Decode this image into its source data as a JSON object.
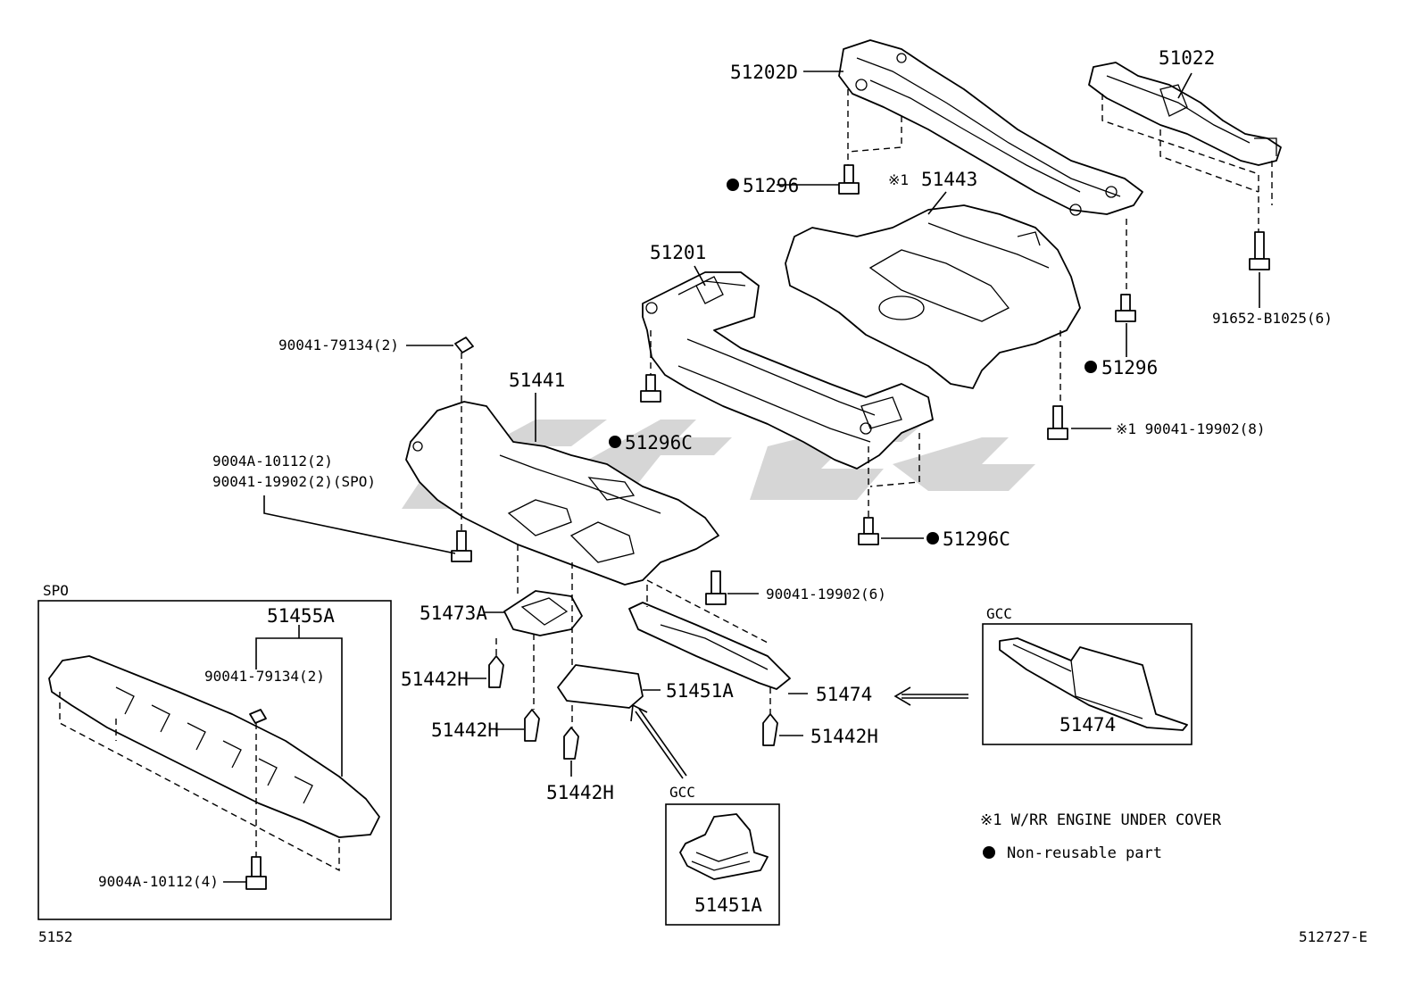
{
  "labels": {
    "p51202D": "51202D",
    "p51022": "51022",
    "p51296_top": "51296",
    "note1_marker": "※1",
    "p51443": "51443",
    "p51201": "51201",
    "p90041_79134_top": "90041-79134(2)",
    "p51441": "51441",
    "p51296C_left": "51296C",
    "p51296_right": "51296",
    "p91652": "91652-B1025(6)",
    "p90041_19902_8": "※1 90041-19902(8)",
    "p9004A_10112_2": "9004A-10112(2)",
    "p90041_19902_2": "90041-19902(2)(SPO)",
    "p51296C_right": "51296C",
    "p90041_19902_6": "90041-19902(6)",
    "p51473A": "51473A",
    "p51442H_a": "51442H",
    "p51442H_b": "51442H",
    "p51442H_c": "51442H",
    "p51442H_d": "51442H",
    "p51451A": "51451A",
    "p51474": "51474",
    "spo_title": "SPO",
    "p51455A": "51455A",
    "p90041_79134_spo": "90041-79134(2)",
    "p9004A_10112_4": "9004A-10112(4)",
    "gcc_right_title": "GCC",
    "p51474_gcc": "51474",
    "gcc_bottom_title": "GCC",
    "p51451A_gcc": "51451A",
    "legend_note1": "※1  W/RR ENGINE UNDER COVER",
    "legend_nonreusable": "Non-reusable part",
    "page_code_left": "5152",
    "page_code_right": "512727-E"
  }
}
